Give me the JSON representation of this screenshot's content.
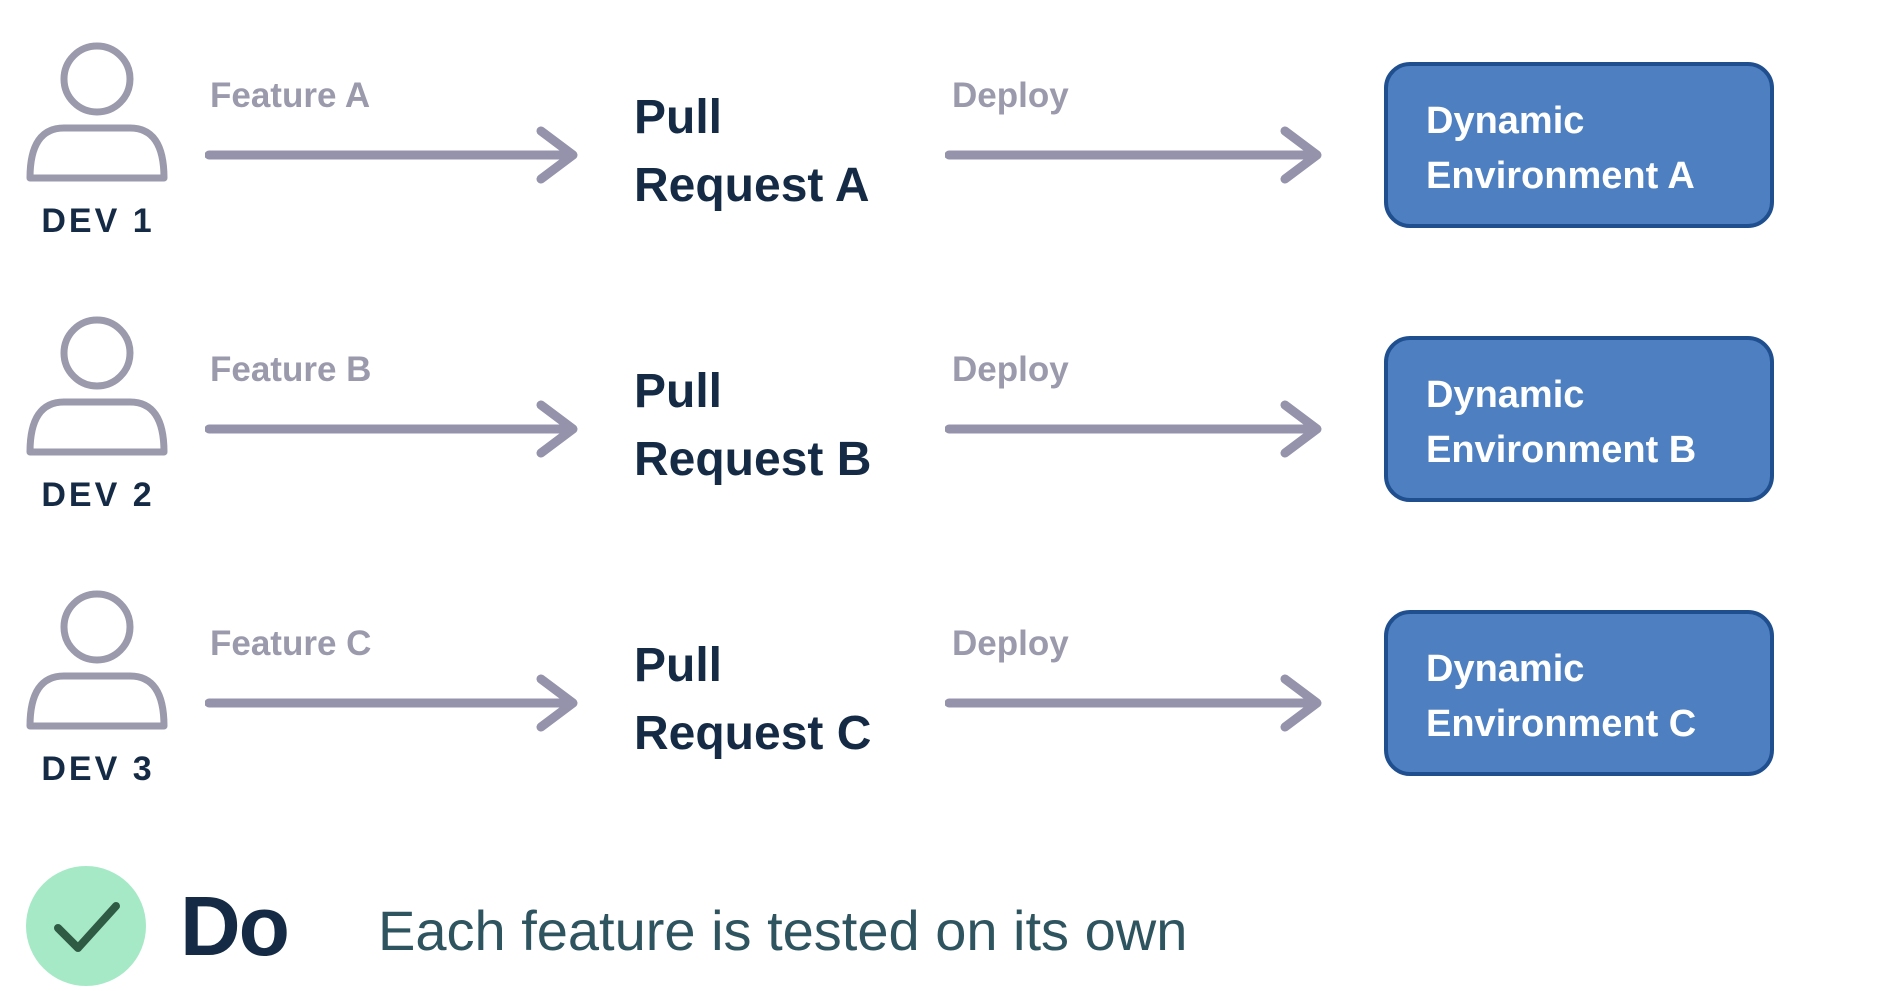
{
  "colors": {
    "arrow": "#9493ab",
    "person_icon": "#9a9aac",
    "dark_text": "#152b45",
    "env_fill": "#4d7fc1",
    "env_border": "#1f4f8f",
    "check_bg": "#a6e9c6",
    "check_mark": "#2f5b45"
  },
  "rows": [
    {
      "dev": "DEV 1",
      "feature": "Feature A",
      "pr_line1": "Pull",
      "pr_line2": "Request A",
      "deploy": "Deploy",
      "env_line1": "Dynamic",
      "env_line2": "Environment A",
      "icon": "person-icon"
    },
    {
      "dev": "DEV 2",
      "feature": "Feature B",
      "pr_line1": "Pull",
      "pr_line2": "Request B",
      "deploy": "Deploy",
      "env_line1": "Dynamic",
      "env_line2": "Environment B",
      "icon": "person-icon"
    },
    {
      "dev": "DEV 3",
      "feature": "Feature C",
      "pr_line1": "Pull",
      "pr_line2": "Request C",
      "deploy": "Deploy",
      "env_line1": "Dynamic",
      "env_line2": "Environment C",
      "icon": "person-icon"
    }
  ],
  "footer": {
    "icon": "checkmark-icon",
    "title": "Do",
    "caption": "Each feature is tested on its own"
  }
}
